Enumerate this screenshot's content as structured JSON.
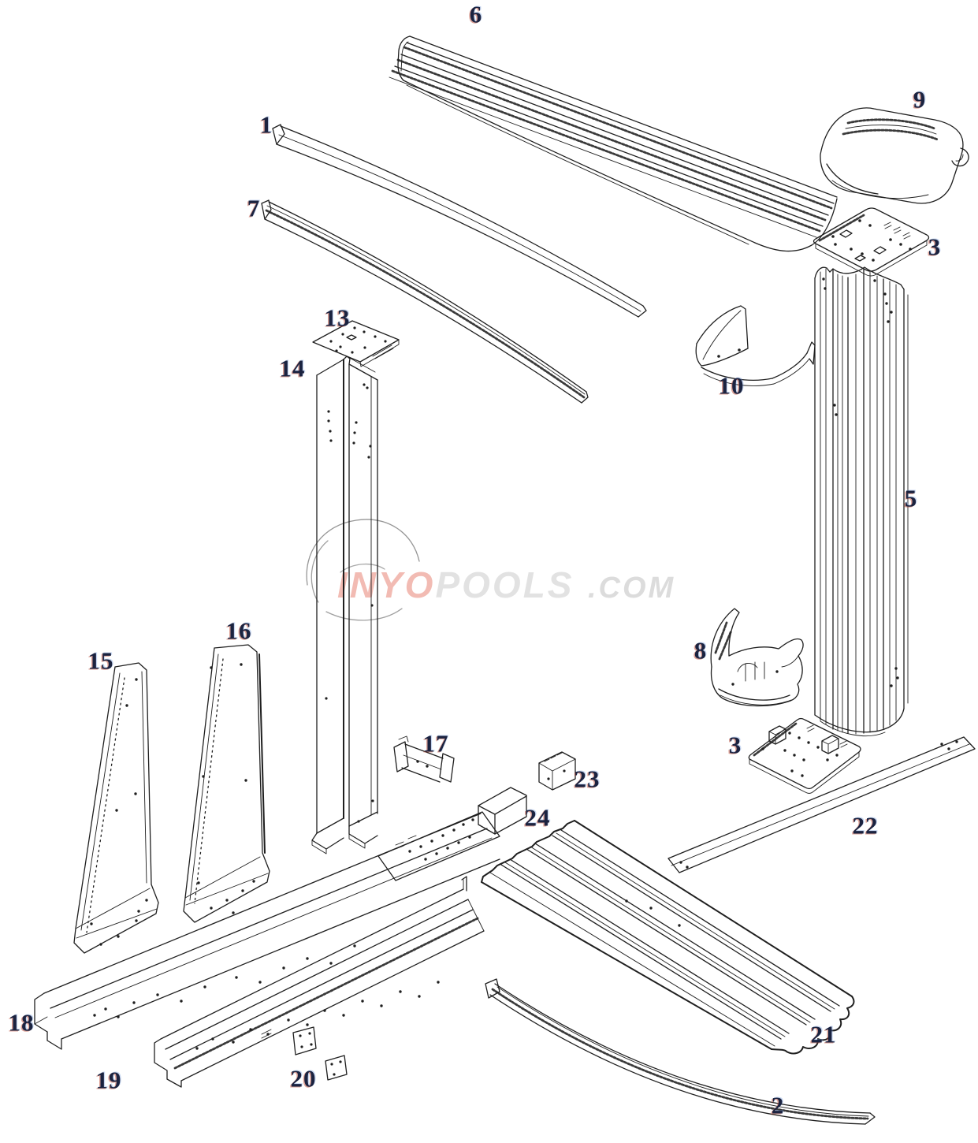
{
  "diagram": {
    "kind": "exploded-parts-diagram",
    "watermark": {
      "brand_primary": "INYO",
      "brand_secondary": "POOLS",
      "brand_suffix": ".COM"
    },
    "part_labels": [
      {
        "text": "6"
      },
      {
        "text": "1"
      },
      {
        "text": "7"
      },
      {
        "text": "9"
      },
      {
        "text": "3"
      },
      {
        "text": "13"
      },
      {
        "text": "14"
      },
      {
        "text": "10"
      },
      {
        "text": "5"
      },
      {
        "text": "16"
      },
      {
        "text": "15"
      },
      {
        "text": "8"
      },
      {
        "text": "3"
      },
      {
        "text": "17"
      },
      {
        "text": "23"
      },
      {
        "text": "24"
      },
      {
        "text": "22"
      },
      {
        "text": "18"
      },
      {
        "text": "19"
      },
      {
        "text": "20"
      },
      {
        "text": "21"
      },
      {
        "text": "2"
      }
    ]
  },
  "colors": {
    "background": "#ffffff",
    "line_art": "#1f1f1f",
    "label_ink": "#1b2340",
    "label_fringe_red": "#be4832",
    "watermark_red": "#f0b0a6",
    "watermark_gray": "#dedede",
    "watermark_blue": "#bcd2e6"
  }
}
